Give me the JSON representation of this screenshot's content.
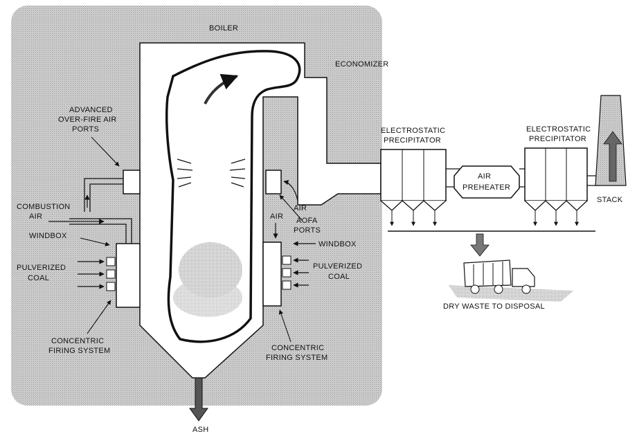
{
  "labels": {
    "boiler": "BOILER",
    "economizer": "ECONOMIZER",
    "advanced_ofa": [
      "ADVANCED",
      "OVER-FIRE AIR",
      "PORTS"
    ],
    "combustion_air": [
      "COMBUSTION",
      "AIR"
    ],
    "windbox_left": "WINDBOX",
    "pulverized_coal_left": [
      "PULVERIZED",
      "COAL"
    ],
    "concentric_left": [
      "CONCENTRIC",
      "FIRING SYSTEM"
    ],
    "air_right": "AIR",
    "aofa_ports": [
      "AOFA",
      "PORTS"
    ],
    "air_lower": "AIR",
    "windbox_right": "WINDBOX",
    "pulverized_coal_right": [
      "PULVERIZED",
      "COAL"
    ],
    "concentric_right": [
      "CONCENTRIC",
      "FIRING SYSTEM"
    ],
    "esp_1": [
      "ELECTROSTATIC",
      "PRECIPITATOR"
    ],
    "air_preheater": [
      "AIR",
      "PREHEATER"
    ],
    "esp_2": [
      "ELECTROSTATIC",
      "PRECIPITATOR"
    ],
    "stack": "STACK",
    "dry_waste": "DRY WASTE TO DISPOSAL",
    "ash": "ASH"
  },
  "colors": {
    "background_shade": "#c9c9c9",
    "line": "#111111",
    "fill_white": "#ffffff",
    "stack_shade": "#bdbdbd"
  },
  "icons": [
    "flow-arrow-icon",
    "dump-truck-icon"
  ]
}
